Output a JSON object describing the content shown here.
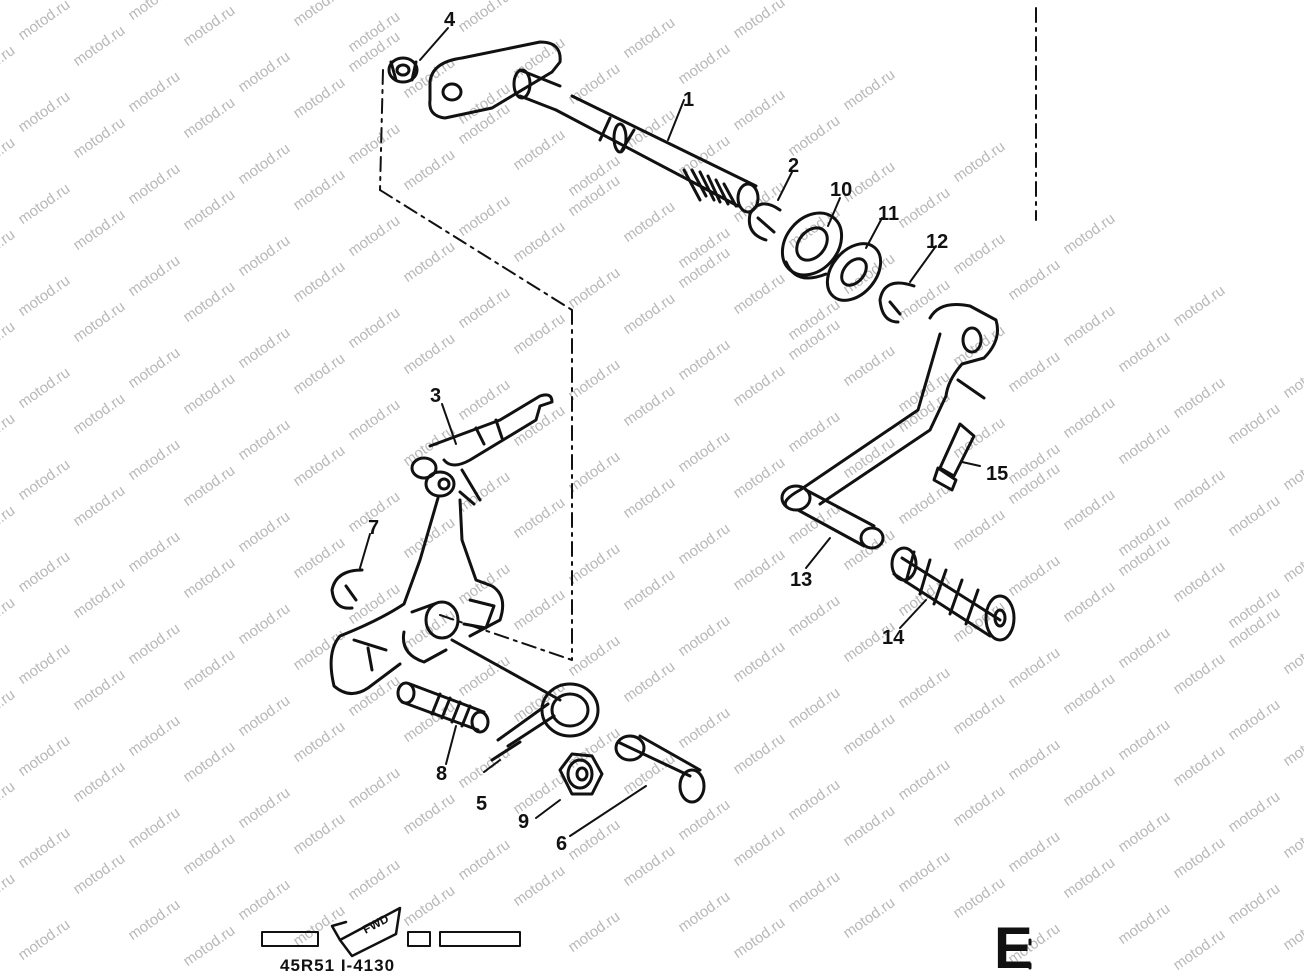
{
  "diagram": {
    "part_labels": [
      "1",
      "2",
      "3",
      "4",
      "5",
      "6",
      "7",
      "8",
      "9",
      "10",
      "11",
      "12",
      "13",
      "14",
      "15"
    ],
    "fwd_label": "FWD",
    "part_code": "45R51 I-4130",
    "section_letter": "E",
    "watermark": "motod.ru",
    "line_color": "#111111",
    "background_color": "#ffffff"
  }
}
